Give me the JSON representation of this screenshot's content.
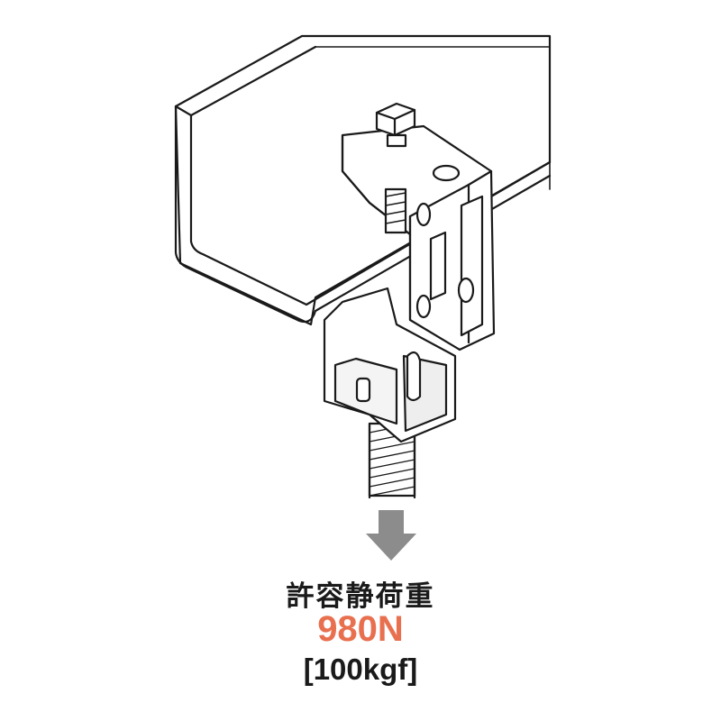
{
  "caption": {
    "label": "許容静荷重",
    "value": "980N",
    "value_alt": "[100kgf]"
  },
  "colors": {
    "value": "#e8704f",
    "arrow": "#8c8c8c",
    "line": "#1a1a1a"
  },
  "icons": [
    "down-arrow-icon"
  ]
}
